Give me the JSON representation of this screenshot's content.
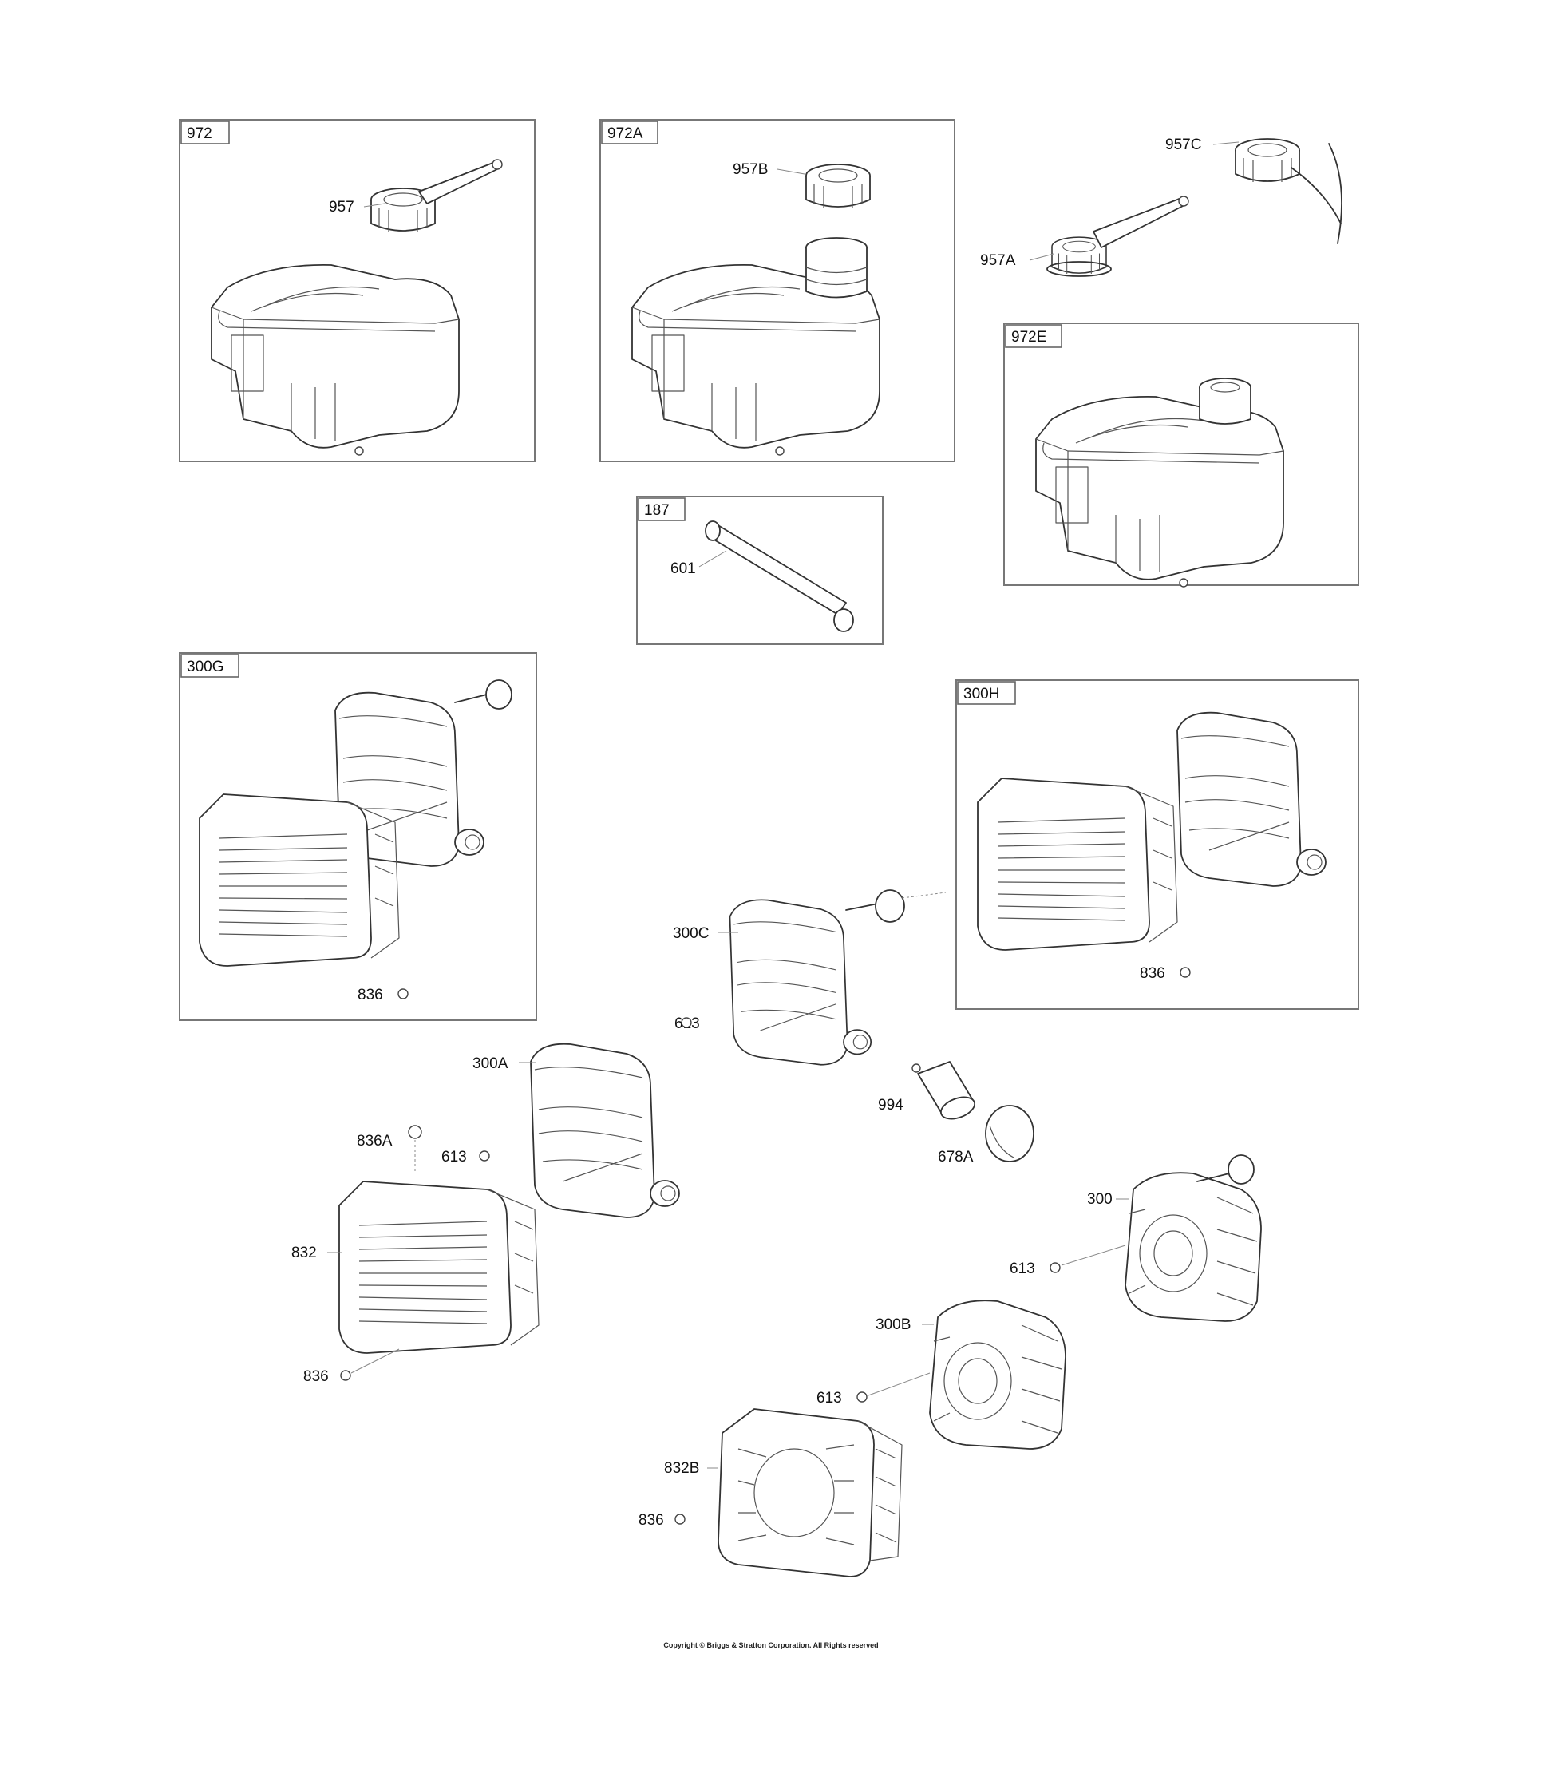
{
  "kits": [
    {
      "id": "972"
    },
    {
      "id": "972A"
    },
    {
      "id": "972E"
    },
    {
      "id": "187"
    },
    {
      "id": "300G"
    },
    {
      "id": "300H"
    }
  ],
  "parts": {
    "p957": "957",
    "p957B": "957B",
    "p957C": "957C",
    "p957A": "957A",
    "p601": "601",
    "p836_g": "836",
    "p836_h": "836",
    "p300C": "300C",
    "p613_c": "613",
    "p994": "994",
    "p678A": "678A",
    "p300A": "300A",
    "p836A": "836A",
    "p613_a": "613",
    "p832": "832",
    "p836_a": "836",
    "p300": "300",
    "p613_3": "613",
    "p300B": "300B",
    "p613_b": "613",
    "p832B": "832B",
    "p836_b": "836"
  },
  "copyright": "Copyright © Briggs & Stratton Corporation. All Rights reserved"
}
